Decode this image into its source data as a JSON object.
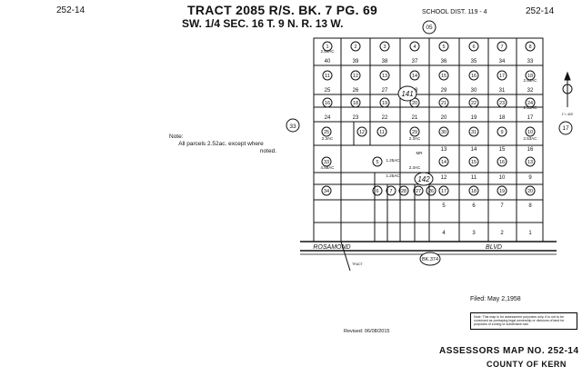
{
  "header": {
    "left_code": "252-14",
    "right_code": "252-14",
    "title_line1": "TRACT 2085 R/S. BK. 7 PG. 69",
    "title_line2": "SW. 1/4 SEC. 16 T. 9 N. R. 13 W.",
    "school_district": "SCHOOL DIST. 119 - 4"
  },
  "map": {
    "book_ref_top": "05",
    "book_ref_left": "33",
    "book_ref_right": "17",
    "book_ref_bottom": "BK.374",
    "block_numbers": [
      "141",
      "142"
    ],
    "road_name": "ROSAMOND",
    "road_suffix": "BLVD",
    "mr_label": "MR",
    "north_scale": "1\"= 400'",
    "tract_label": "TRACT",
    "lot_numbers_row_a": [
      "40",
      "39",
      "38",
      "37",
      "36",
      "35",
      "34",
      "33"
    ],
    "lot_numbers_row_b": [
      "25",
      "26",
      "27",
      "28",
      "29",
      "30",
      "31",
      "32"
    ],
    "lot_numbers_row_c": [
      "24",
      "23",
      "22",
      "21",
      "20",
      "19",
      "18",
      "17"
    ],
    "lot_numbers_row_d": [
      "13",
      "14",
      "15",
      "16"
    ],
    "lot_numbers_row_e": [
      "12",
      "11",
      "10",
      "9"
    ],
    "lot_numbers_row_f": [
      "5",
      "6",
      "7",
      "8"
    ],
    "lot_numbers_row_g": [
      "4",
      "3",
      "2",
      "1"
    ],
    "parcel_circles_top": [
      "1",
      "2",
      "3",
      "4",
      "5",
      "6",
      "7",
      "8"
    ],
    "parcel_circles_row2": [
      "11",
      "12",
      "13",
      "14",
      "15",
      "16",
      "17",
      "18"
    ],
    "parcel_circles_row3": [
      "16",
      "18",
      "19",
      "20",
      "21",
      "22",
      "23",
      "24"
    ],
    "parcel_circles_row4": [
      "25",
      "29",
      "30",
      "31",
      "9",
      "10",
      "11",
      "12"
    ],
    "parcel_circles_row5": [
      "33",
      "5",
      "14",
      "15",
      "16",
      "13"
    ],
    "parcel_circles_row6": [
      "34",
      "6",
      "7",
      "28",
      "27",
      "26",
      "17",
      "18",
      "19",
      "20"
    ],
    "acreage_labels": [
      "2.54AC",
      "2.54AC",
      "2.53AC",
      "2.3AC",
      "4.88AC",
      "2.3AC",
      "1.25AC",
      "1.25AC",
      "2.3AC",
      "2.53AC"
    ]
  },
  "notes": {
    "left_note_line1": "Note:",
    "left_note_line2": "All parcels  2.52ac. except  where",
    "left_note_line3": "noted.",
    "filed": "Filed:  May 2,1958",
    "revised": "Revised:  06/08/2015",
    "notice_text": "Note: This map is for assessment purposes only. It is not to be construed as portraying legal ownership or divisions of land for purposes of zoning or subdivision law."
  },
  "footer": {
    "map_number": "ASSESSORS MAP NO. 252-14",
    "county": "COUNTY OF KERN"
  },
  "colors": {
    "ink": "#111111",
    "paper": "#ffffff"
  }
}
